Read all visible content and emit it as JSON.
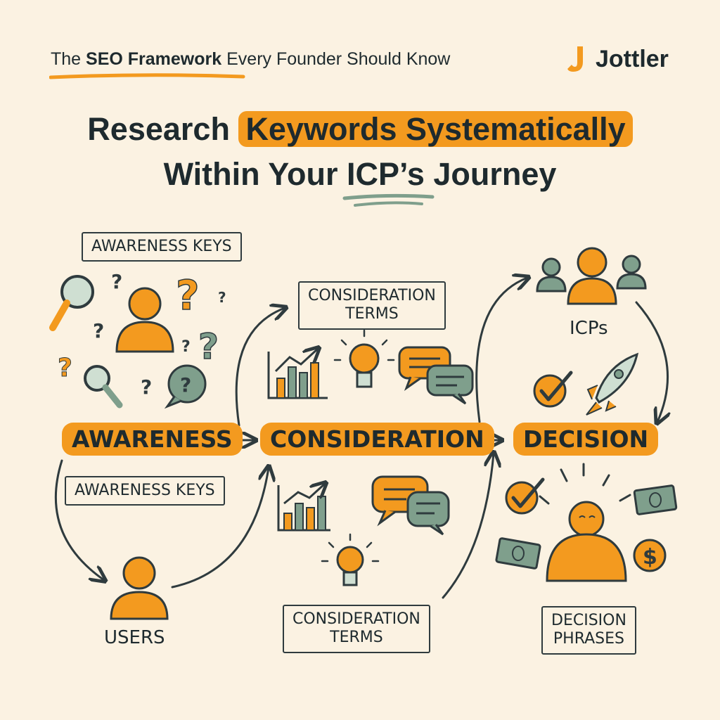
{
  "header": {
    "tagline_prefix": "The ",
    "tagline_bold": "SEO Framework",
    "tagline_suffix": " Every Founder Should Know",
    "brand_name": "Jottler"
  },
  "headline": {
    "line1_plain": "Research ",
    "line1_highlight": "Keywords Systematically",
    "line2_prefix": "Within Your ",
    "line2_mid": "ICP",
    "line2_suffix": "’s Journey"
  },
  "stages": {
    "awareness": "AWARENESS",
    "consideration": "CONSIDERATION",
    "decision": "DECISION"
  },
  "boxes": {
    "awareness_top": "AWARENESS KEYS",
    "awareness_bottom": "AWARENESS KEYS",
    "consideration_top_line1": "CONSIDERATION",
    "consideration_top_line2": "TERMS",
    "consideration_bottom_line1": "CONSIDERATION",
    "consideration_bottom_line2": "TERMS",
    "decision_line1": "DECISION",
    "decision_line2": "PHRASES"
  },
  "labels": {
    "users": "USERS",
    "icps": "ICPs"
  },
  "colors": {
    "background": "#fbf2e2",
    "accent_orange": "#f39a1f",
    "sage_green": "#7f9f8c",
    "ink": "#1e2a2e"
  },
  "icons": [
    "magnifier-icon",
    "question-mark-icon",
    "person-icon",
    "speech-bubble-icon",
    "bar-chart-icon",
    "lightbulb-icon",
    "rocket-icon",
    "checkmark-icon",
    "money-bill-icon",
    "dollar-coin-icon",
    "group-icon"
  ]
}
